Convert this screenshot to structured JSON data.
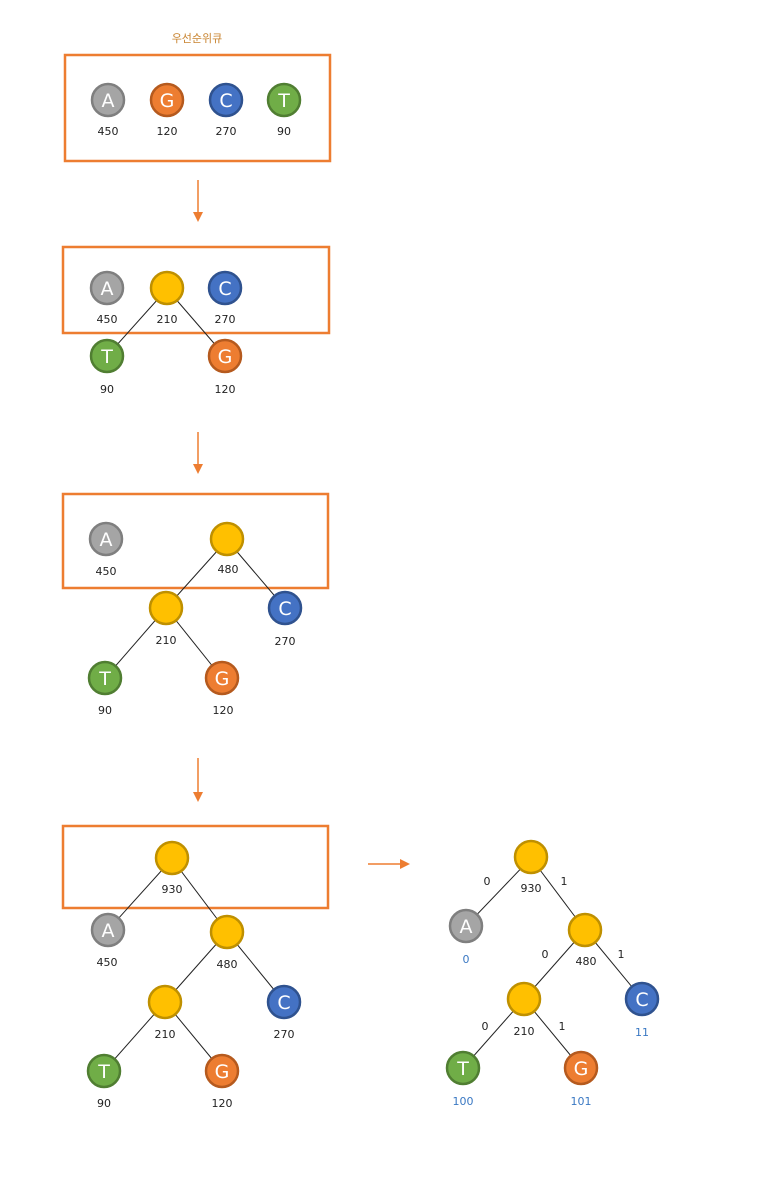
{
  "title": "우선순위큐",
  "colors": {
    "frame": "#ED7D31",
    "arrow": "#ED7D31",
    "A": {
      "fill": "#A5A5A5",
      "stroke": "#7F7F7F"
    },
    "G": {
      "fill": "#ED7D31",
      "stroke": "#B55A1E"
    },
    "C": {
      "fill": "#4472C4",
      "stroke": "#2F528F"
    },
    "T": {
      "fill": "#70AD47",
      "stroke": "#507E32"
    },
    "internal": {
      "fill": "#FFC000",
      "stroke": "#BF9000"
    },
    "code_text": "#3A78C3"
  },
  "stage1": {
    "nodes": [
      {
        "letter": "A",
        "count": "450"
      },
      {
        "letter": "G",
        "count": "120"
      },
      {
        "letter": "C",
        "count": "270"
      },
      {
        "letter": "T",
        "count": "90"
      }
    ]
  },
  "stage2": {
    "a_letter": "A",
    "a_count": "450",
    "merged_count": "210",
    "c_letter": "C",
    "c_count": "270",
    "t_letter": "T",
    "t_count": "90",
    "g_letter": "G",
    "g_count": "120"
  },
  "stage3": {
    "a_letter": "A",
    "a_count": "450",
    "top_count": "480",
    "mid_count": "210",
    "c_letter": "C",
    "c_count": "270",
    "t_letter": "T",
    "t_count": "90",
    "g_letter": "G",
    "g_count": "120"
  },
  "stage4": {
    "root_count": "930",
    "a_letter": "A",
    "a_count": "450",
    "n480_count": "480",
    "n210_count": "210",
    "c_letter": "C",
    "c_count": "270",
    "t_letter": "T",
    "t_count": "90",
    "g_letter": "G",
    "g_count": "120"
  },
  "final_tree": {
    "root_count": "930",
    "n480_count": "480",
    "n210_count": "210",
    "a_letter": "A",
    "a_code": "0",
    "c_letter": "C",
    "c_code": "11",
    "t_letter": "T",
    "t_code": "100",
    "g_letter": "G",
    "g_code": "101",
    "edge_root_left": "0",
    "edge_root_right": "1",
    "edge_480_left": "0",
    "edge_480_right": "1",
    "edge_210_left": "0",
    "edge_210_right": "1"
  }
}
